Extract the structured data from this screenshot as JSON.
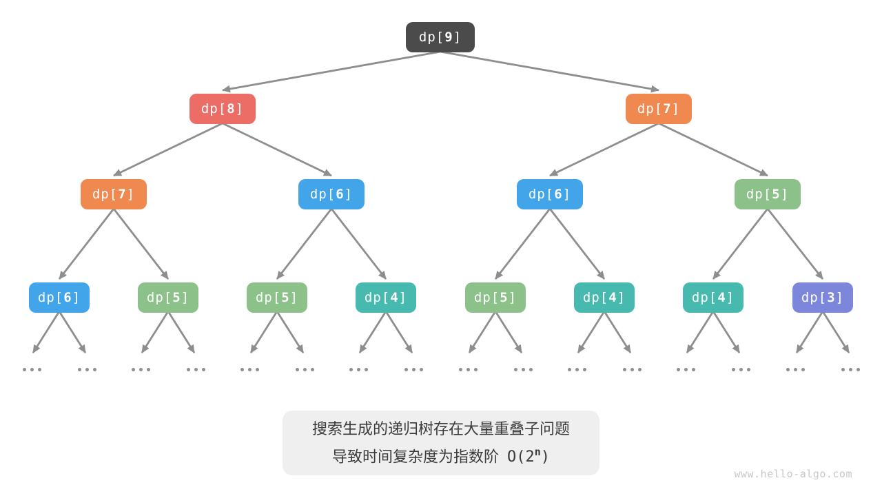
{
  "colors": {
    "node_text": "#ffffff",
    "dark": "#4b4b4b",
    "red": "#ec6c66",
    "orange": "#f0894f",
    "blue": "#43a5e9",
    "green": "#8cc18a",
    "teal": "#48b9ae",
    "purple": "#7c87dc",
    "arrow": "#8e8e8e",
    "ellipsis": "#8e8e8e",
    "caption_bg": "#efefef",
    "caption_text": "#3b3b3b",
    "watermark": "#c8c8c8"
  },
  "tree": {
    "levels": [
      [
        {
          "label": "dp[9]",
          "color": "dark"
        }
      ],
      [
        {
          "label": "dp[8]",
          "color": "red"
        },
        {
          "label": "dp[7]",
          "color": "orange"
        }
      ],
      [
        {
          "label": "dp[7]",
          "color": "orange"
        },
        {
          "label": "dp[6]",
          "color": "blue"
        },
        {
          "label": "dp[6]",
          "color": "blue"
        },
        {
          "label": "dp[5]",
          "color": "green"
        }
      ],
      [
        {
          "label": "dp[6]",
          "color": "blue"
        },
        {
          "label": "dp[5]",
          "color": "green"
        },
        {
          "label": "dp[5]",
          "color": "green"
        },
        {
          "label": "dp[4]",
          "color": "teal"
        },
        {
          "label": "dp[5]",
          "color": "green"
        },
        {
          "label": "dp[4]",
          "color": "teal"
        },
        {
          "label": "dp[4]",
          "color": "teal"
        },
        {
          "label": "dp[3]",
          "color": "purple"
        }
      ]
    ],
    "ellipsis_symbol": "…",
    "ellipsis_count": 16
  },
  "caption": {
    "line1": "搜索生成的递归树存在大量重叠子问题",
    "line2_text": "导致时间复杂度为指数阶",
    "formula_prefix": "O(2",
    "formula_sup": "n",
    "formula_suffix": ")"
  },
  "watermark": "www.hello-algo.com"
}
